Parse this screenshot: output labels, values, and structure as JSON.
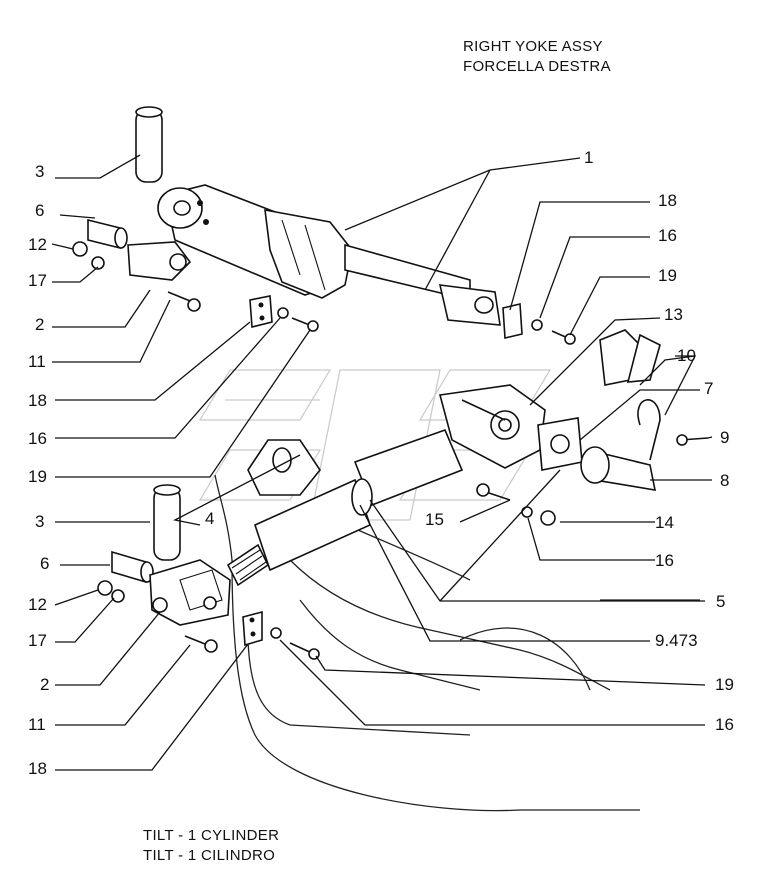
{
  "header": {
    "line1": "RIGHT YOKE ASSY",
    "line2": "FORCELLA DESTRA"
  },
  "footer": {
    "line1": "TILT - 1 CYLINDER",
    "line2": "TILT - 1 CILINDRO"
  },
  "callouts": {
    "c1": "1",
    "c3a": "3",
    "c6a": "6",
    "c12a": "12",
    "c17a": "17",
    "c2a": "2",
    "c11a": "11",
    "c18a": "18",
    "c16a": "16",
    "c19a": "19",
    "c18b": "18",
    "c16b": "16",
    "c19b": "19",
    "c13": "13",
    "c10": "10",
    "c7": "7",
    "c9": "9",
    "c8": "8",
    "c14": "14",
    "c15": "15",
    "c16c": "16",
    "c5": "5",
    "c4": "4",
    "c3b": "3",
    "c6b": "6",
    "c12b": "12",
    "c17b": "17",
    "c2b": "2",
    "c11b": "11",
    "c18c": "18",
    "c9473": "9.473",
    "c19c": "19",
    "c16d": "16"
  }
}
